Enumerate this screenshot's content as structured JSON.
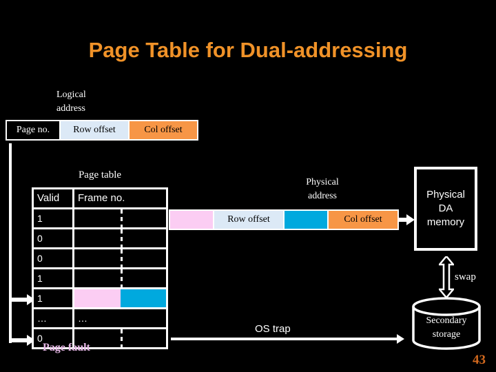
{
  "slide": {
    "title": "Page Table for Dual-addressing",
    "page_number": "43",
    "title_color": "#F09228",
    "page_number_color": "#D2691E",
    "background_color": "#000000"
  },
  "logical_address": {
    "label_line1": "Logical",
    "label_line2": "address",
    "segments": [
      {
        "label": "Page no.",
        "bg": "#000000",
        "fg": "#FFFFFF"
      },
      {
        "label": "Row offset",
        "bg": "#DCE9F6",
        "fg": "#000000"
      },
      {
        "label": "Col offset",
        "bg": "#F79646",
        "fg": "#000000"
      }
    ]
  },
  "page_table": {
    "caption": "Page table",
    "headers": [
      "Valid",
      "Frame no."
    ],
    "rows": [
      {
        "valid": "1",
        "frame": "",
        "highlight": false
      },
      {
        "valid": "0",
        "frame": "",
        "highlight": false
      },
      {
        "valid": "0",
        "frame": "",
        "highlight": false
      },
      {
        "valid": "1",
        "frame": "",
        "highlight": false
      },
      {
        "valid": "1",
        "frame": "",
        "highlight": true
      },
      {
        "valid": "…",
        "frame": "…",
        "highlight": false
      },
      {
        "valid": "0",
        "frame": "",
        "highlight": false
      }
    ],
    "frame_row_colors": {
      "row_part": "#FBCDF3",
      "col_part": "#00A9DE"
    },
    "page_fault_label": "Page fault",
    "page_fault_color": "#E6B8E6"
  },
  "physical_address": {
    "label_line1": "Physical",
    "label_line2": "address",
    "segments": [
      {
        "label": "",
        "bg": "#FBCDF3",
        "fg": "#000000"
      },
      {
        "label": "Row offset",
        "bg": "#DCE9F6",
        "fg": "#000000"
      },
      {
        "label": "",
        "bg": "#00A9DE",
        "fg": "#000000"
      },
      {
        "label": "Col offset",
        "bg": "#F79646",
        "fg": "#000000"
      }
    ]
  },
  "physical_memory": {
    "line1": "Physical",
    "line2": "DA",
    "line3": "memory"
  },
  "swap": {
    "label": "swap"
  },
  "secondary_storage": {
    "line1": "Secondary",
    "line2": "storage"
  },
  "os_trap": {
    "label": "OS trap"
  }
}
